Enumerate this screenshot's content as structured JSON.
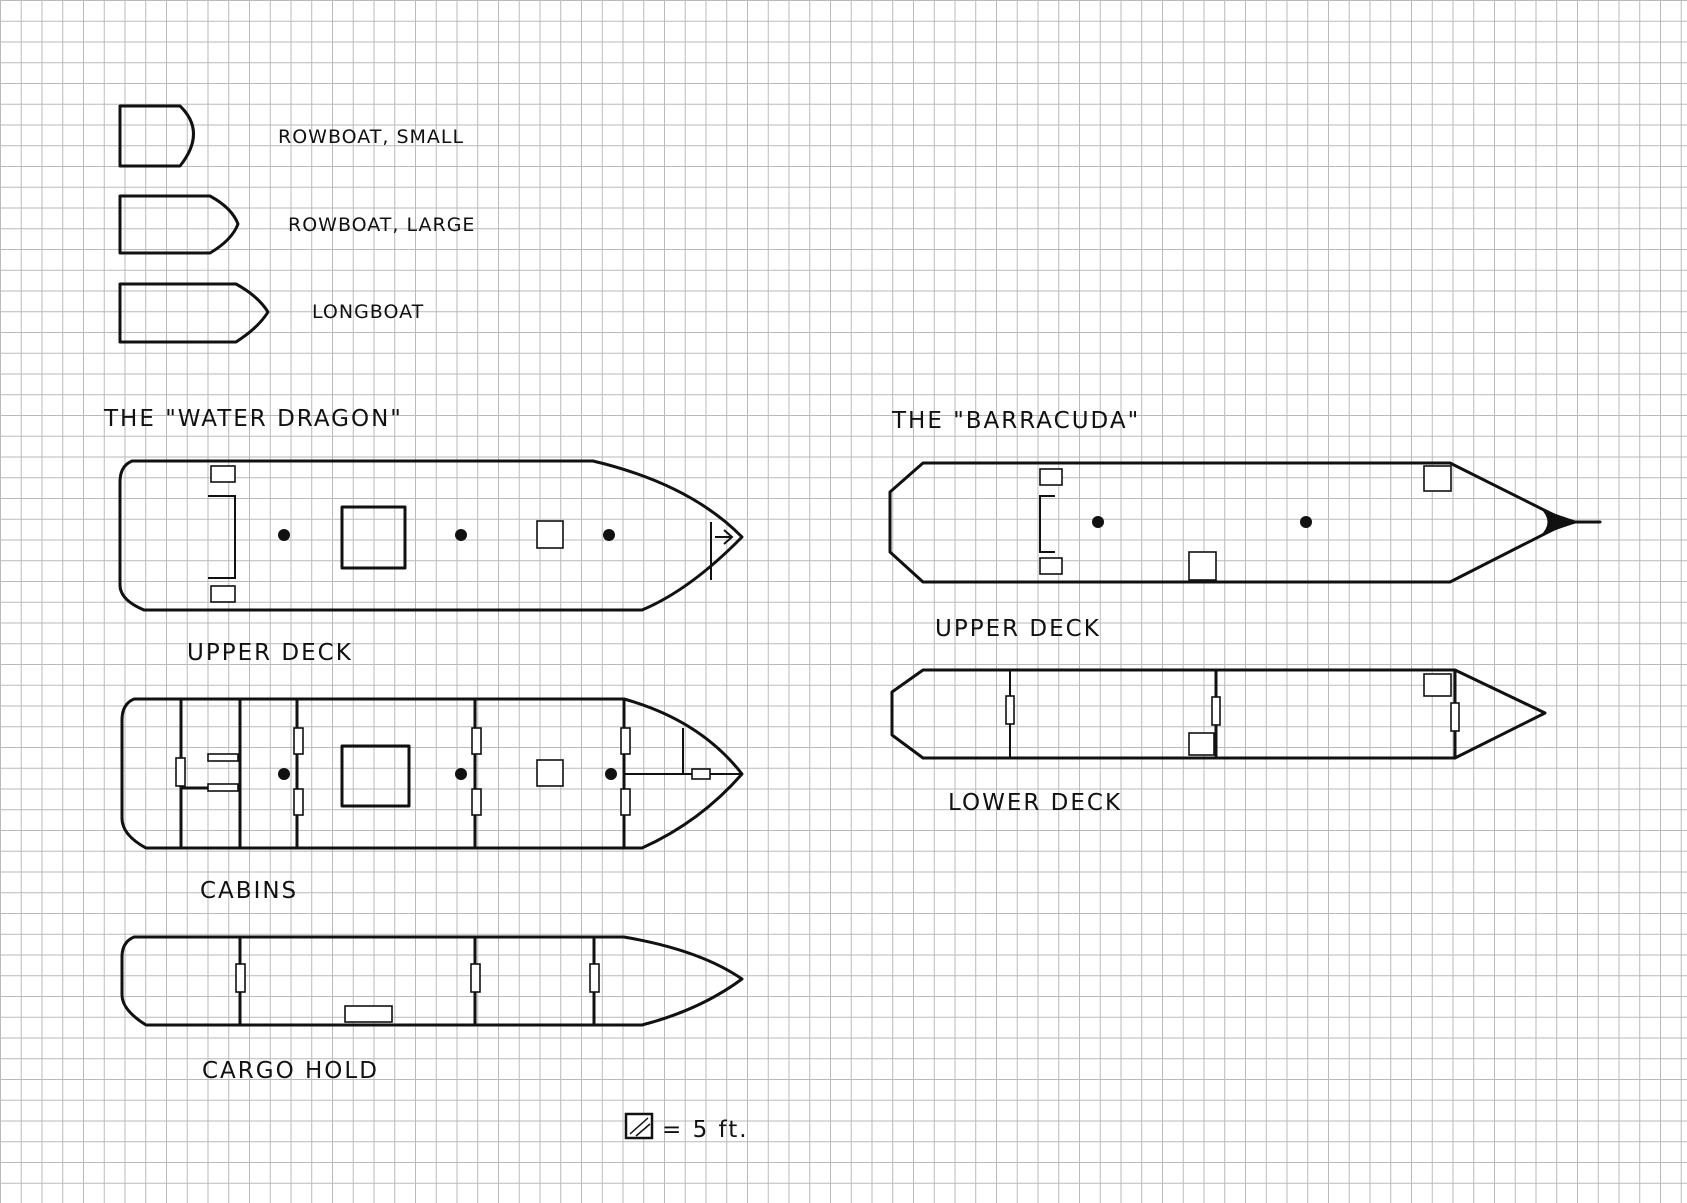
{
  "legend": [
    {
      "label": "ROWBOAT, SMALL"
    },
    {
      "label": "ROWBOAT, LARGE"
    },
    {
      "label": "LONGBOAT"
    }
  ],
  "ships": [
    {
      "name": "THE \"WATER DRAGON\"",
      "decks": [
        {
          "label": "UPPER DECK"
        },
        {
          "label": "CABINS"
        },
        {
          "label": "CARGO HOLD"
        }
      ]
    },
    {
      "name": "THE \"BARRACUDA\"",
      "decks": [
        {
          "label": "UPPER DECK"
        },
        {
          "label": "LOWER DECK"
        }
      ]
    }
  ],
  "scale": {
    "text": "= 5 ft."
  },
  "colors": {
    "ink": "#111111",
    "grid": "#b9b9b9",
    "paper": "#ffffff"
  }
}
